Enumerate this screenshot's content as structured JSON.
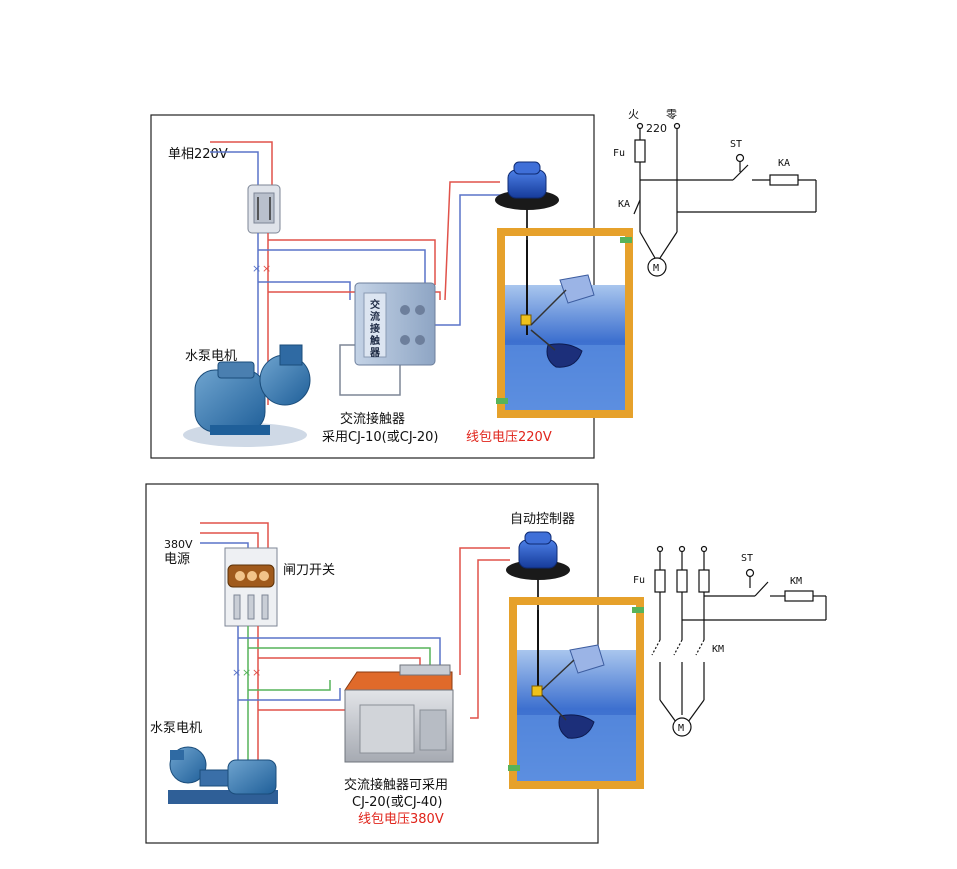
{
  "colors": {
    "wire_red": "#e0524a",
    "wire_blue": "#5a74c8",
    "wire_green": "#57b35a",
    "panel_border": "#222222",
    "tank_frame": "#e6a12b",
    "water_blue": "#3b6fd0",
    "note_red": "#e0241b"
  },
  "panel_top": {
    "supply_label": "单相220V",
    "motor_label": "水泵电机",
    "contactor_face_text": [
      "交",
      "流",
      "接",
      "触",
      "器"
    ],
    "contactor_label_line1": "交流接触器",
    "contactor_label_line2": "采用CJ-10(或CJ-20)",
    "coil_voltage_note": "线包电压220V"
  },
  "schematic_top": {
    "live_label": "火",
    "neutral_label": "零",
    "voltage_label": "220",
    "fuse_label": "Fu",
    "switch_label": "ST",
    "relay_coil_label": "KA",
    "relay_contact_label": "KA",
    "motor_symbol": "M"
  },
  "panel_bottom": {
    "supply_label_line1": "380V",
    "supply_label_line2": "电源",
    "knife_switch_label": "闸刀开关",
    "controller_label": "自动控制器",
    "motor_label": "水泵电机",
    "contactor_label_line1": "交流接触器可采用",
    "contactor_label_line2": "CJ-20(或CJ-40)",
    "coil_voltage_note": "线包电压380V"
  },
  "schematic_bottom": {
    "fuse_label": "Fu",
    "switch_label": "ST",
    "contactor_coil_label": "KM",
    "contactor_contact_label": "KM",
    "motor_symbol": "M"
  }
}
